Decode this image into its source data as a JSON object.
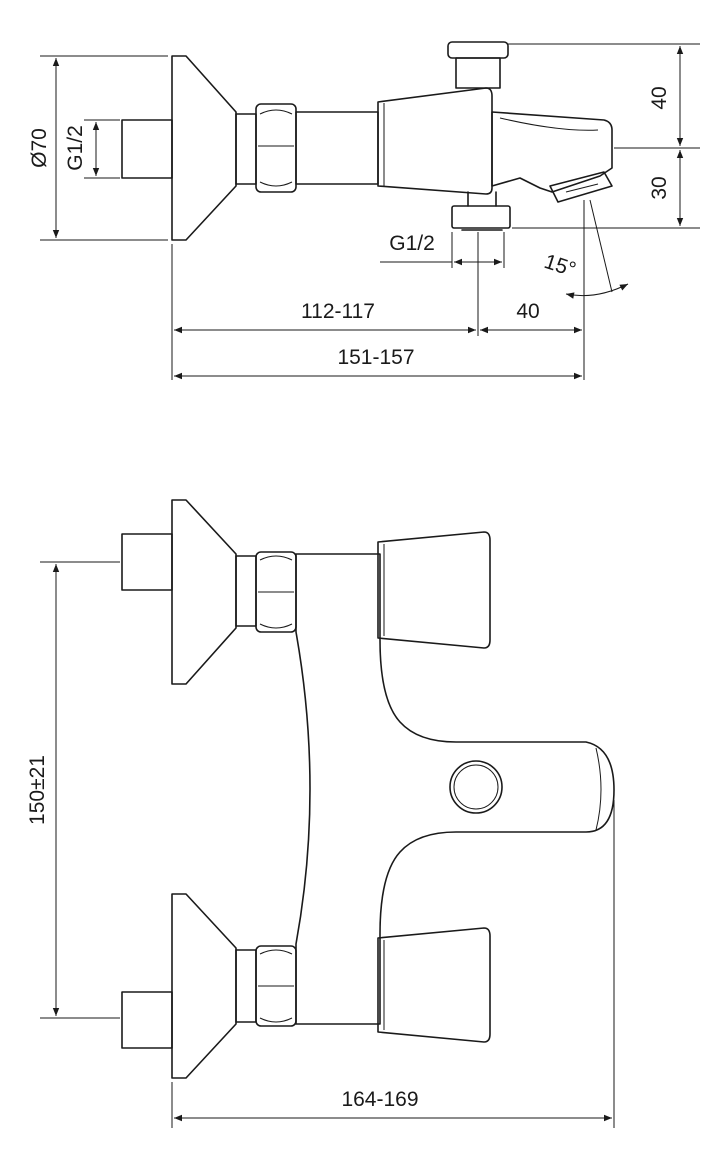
{
  "title": "",
  "top_view": {
    "dimensions": {
      "flange_diameter": "Ø70",
      "inlet_thread": "G1/2",
      "diverter_height": "40",
      "spout_height": "30",
      "outlet_thread": "G1/2",
      "spout_angle": "15°",
      "inlet_to_outlet": "112-117",
      "outlet_to_tip": "40",
      "overall_depth": "151-157"
    }
  },
  "front_view": {
    "dimensions": {
      "centre_distance": "150±21",
      "overall_width": "164-169"
    }
  }
}
